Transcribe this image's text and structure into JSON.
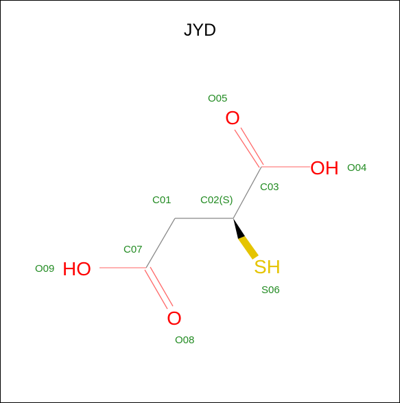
{
  "title": "JYD",
  "colors": {
    "bond": "#888888",
    "oxygen": "#ff0000",
    "sulfur": "#e5c400",
    "label": "#228b22",
    "wedge": "#000000"
  },
  "atoms": {
    "O05": {
      "symbol": "O",
      "index_label": "O05"
    },
    "O04": {
      "symbol": "OH",
      "index_label": "O04"
    },
    "C03": {
      "index_label": "C03"
    },
    "C02": {
      "index_label": "C02(S)"
    },
    "C01": {
      "index_label": "C01"
    },
    "C07": {
      "index_label": "C07"
    },
    "O09": {
      "symbol": "HO",
      "index_label": "O09"
    },
    "O08": {
      "symbol": "O",
      "index_label": "O08"
    },
    "S06": {
      "symbol": "SH",
      "index_label": "S06"
    }
  }
}
